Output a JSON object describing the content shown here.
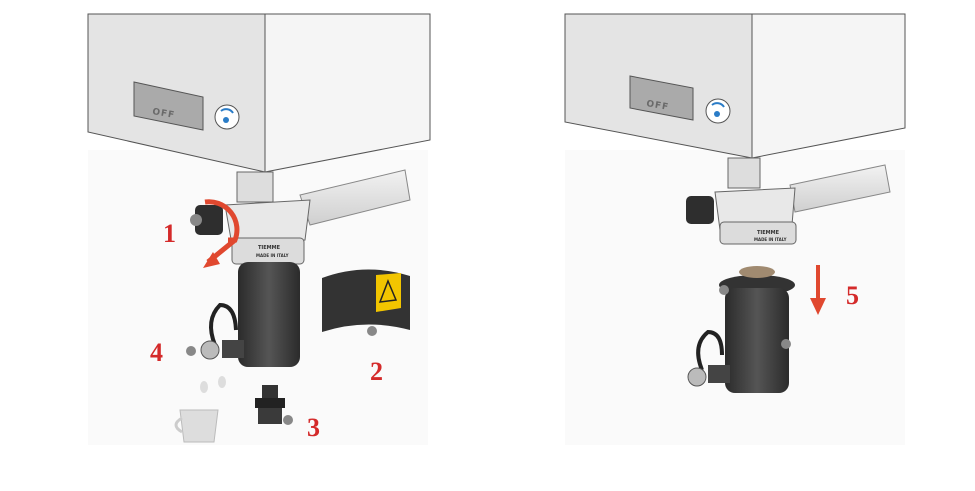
{
  "colors": {
    "step_number": "#d42a2a",
    "arrow": "#e0482f",
    "box_front": "#e6e6e6",
    "box_side": "#f4f4f4",
    "filter_body": "#3a3a3a"
  },
  "left_panel": {
    "display_label": "OFF",
    "brand_text": "TIEMME",
    "brand_subtext": "MADE IN ITALY",
    "warning_icon": "warning-triangle-icon",
    "steps": [
      "1",
      "2",
      "3",
      "4"
    ]
  },
  "right_panel": {
    "display_label": "OFF",
    "brand_text": "TIEMME",
    "brand_subtext": "MADE IN ITALY",
    "steps": [
      "5"
    ]
  }
}
